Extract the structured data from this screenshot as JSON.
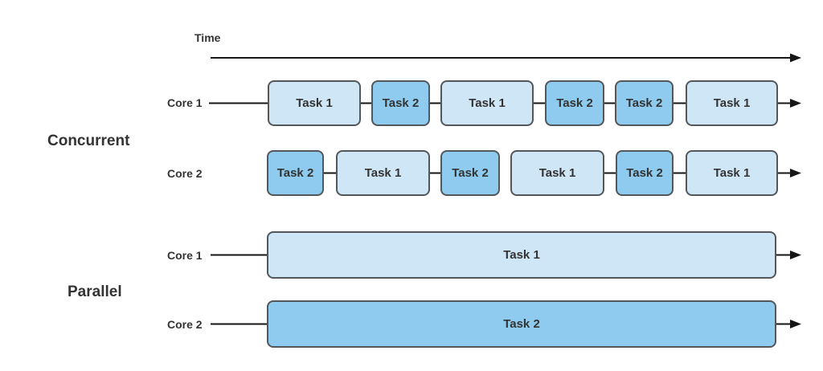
{
  "diagram": {
    "time_label": "Time",
    "sections": [
      {
        "label": "Concurrent",
        "rows": [
          {
            "core": "Core 1",
            "boxes": [
              {
                "label": "Task 1",
                "shade": "light"
              },
              {
                "label": "Task 2",
                "shade": "dark"
              },
              {
                "label": "Task 1",
                "shade": "light"
              },
              {
                "label": "Task 2",
                "shade": "dark"
              },
              {
                "label": "Task 2",
                "shade": "dark"
              },
              {
                "label": "Task 1",
                "shade": "light"
              }
            ]
          },
          {
            "core": "Core 2",
            "boxes": [
              {
                "label": "Task 2",
                "shade": "dark"
              },
              {
                "label": "Task 1",
                "shade": "light"
              },
              {
                "label": "Task 2",
                "shade": "dark"
              },
              {
                "label": "Task 1",
                "shade": "light"
              },
              {
                "label": "Task 2",
                "shade": "dark"
              },
              {
                "label": "Task 1",
                "shade": "light"
              }
            ]
          }
        ]
      },
      {
        "label": "Parallel",
        "rows": [
          {
            "core": "Core 1",
            "boxes": [
              {
                "label": "Task 1",
                "shade": "light"
              }
            ]
          },
          {
            "core": "Core 2",
            "boxes": [
              {
                "label": "Task 2",
                "shade": "dark"
              }
            ]
          }
        ]
      }
    ],
    "colors": {
      "task1_fill": "#cfe6f7",
      "task2_fill": "#8ecbee",
      "box_border": "#53575a",
      "arrow_line": "#161616",
      "text": "#333333"
    }
  }
}
